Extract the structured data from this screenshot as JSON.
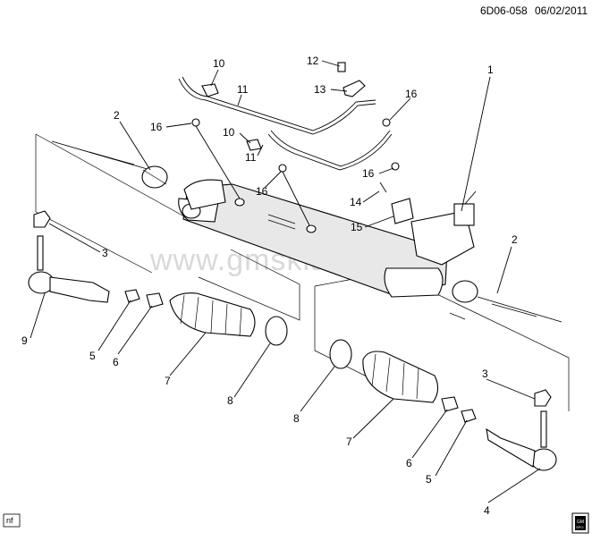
{
  "header": {
    "code": "6D06-058",
    "date": "06/02/2011"
  },
  "watermark": "www.gmsklad.ru",
  "footer": {
    "left_box": "nf"
  },
  "logo": {
    "top": "GM",
    "bottom": "SPO"
  },
  "callouts": [
    "1",
    "2",
    "2",
    "3",
    "3",
    "4",
    "5",
    "5",
    "6",
    "6",
    "7",
    "7",
    "8",
    "8",
    "9",
    "10",
    "10",
    "11",
    "11",
    "12",
    "13",
    "14",
    "15",
    "16",
    "16",
    "16",
    "16"
  ]
}
